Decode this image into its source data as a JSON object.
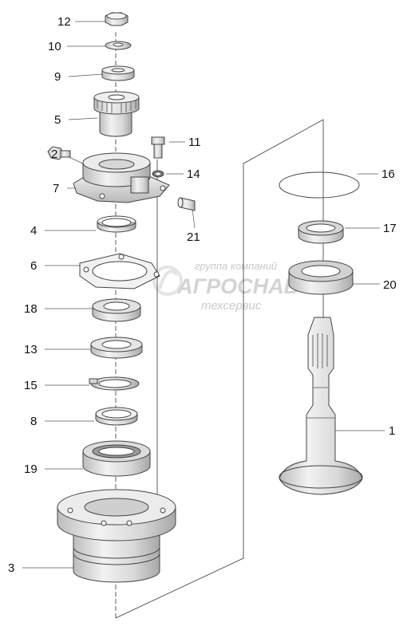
{
  "diagram": {
    "type": "exploded-parts-assembly",
    "watermark": {
      "line1": "группа компаний",
      "line2": "АГРОСНАБ",
      "line3": "техсервис",
      "color": "#d0d0d0"
    },
    "line_color": "#444444",
    "part_fill": "#e4e4e4",
    "callouts": [
      {
        "id": "c12",
        "label": "12"
      },
      {
        "id": "c10",
        "label": "10"
      },
      {
        "id": "c9",
        "label": "9"
      },
      {
        "id": "c5",
        "label": "5"
      },
      {
        "id": "c2",
        "label": "2"
      },
      {
        "id": "c7",
        "label": "7"
      },
      {
        "id": "c11",
        "label": "11"
      },
      {
        "id": "c14",
        "label": "14"
      },
      {
        "id": "c16",
        "label": "16"
      },
      {
        "id": "c4",
        "label": "4"
      },
      {
        "id": "c21",
        "label": "21"
      },
      {
        "id": "c17",
        "label": "17"
      },
      {
        "id": "c6",
        "label": "6"
      },
      {
        "id": "c20",
        "label": "20"
      },
      {
        "id": "c18",
        "label": "18"
      },
      {
        "id": "c13",
        "label": "13"
      },
      {
        "id": "c15",
        "label": "15"
      },
      {
        "id": "c8",
        "label": "8"
      },
      {
        "id": "c1",
        "label": "1"
      },
      {
        "id": "c19",
        "label": "19"
      },
      {
        "id": "c3",
        "label": "3"
      }
    ]
  }
}
